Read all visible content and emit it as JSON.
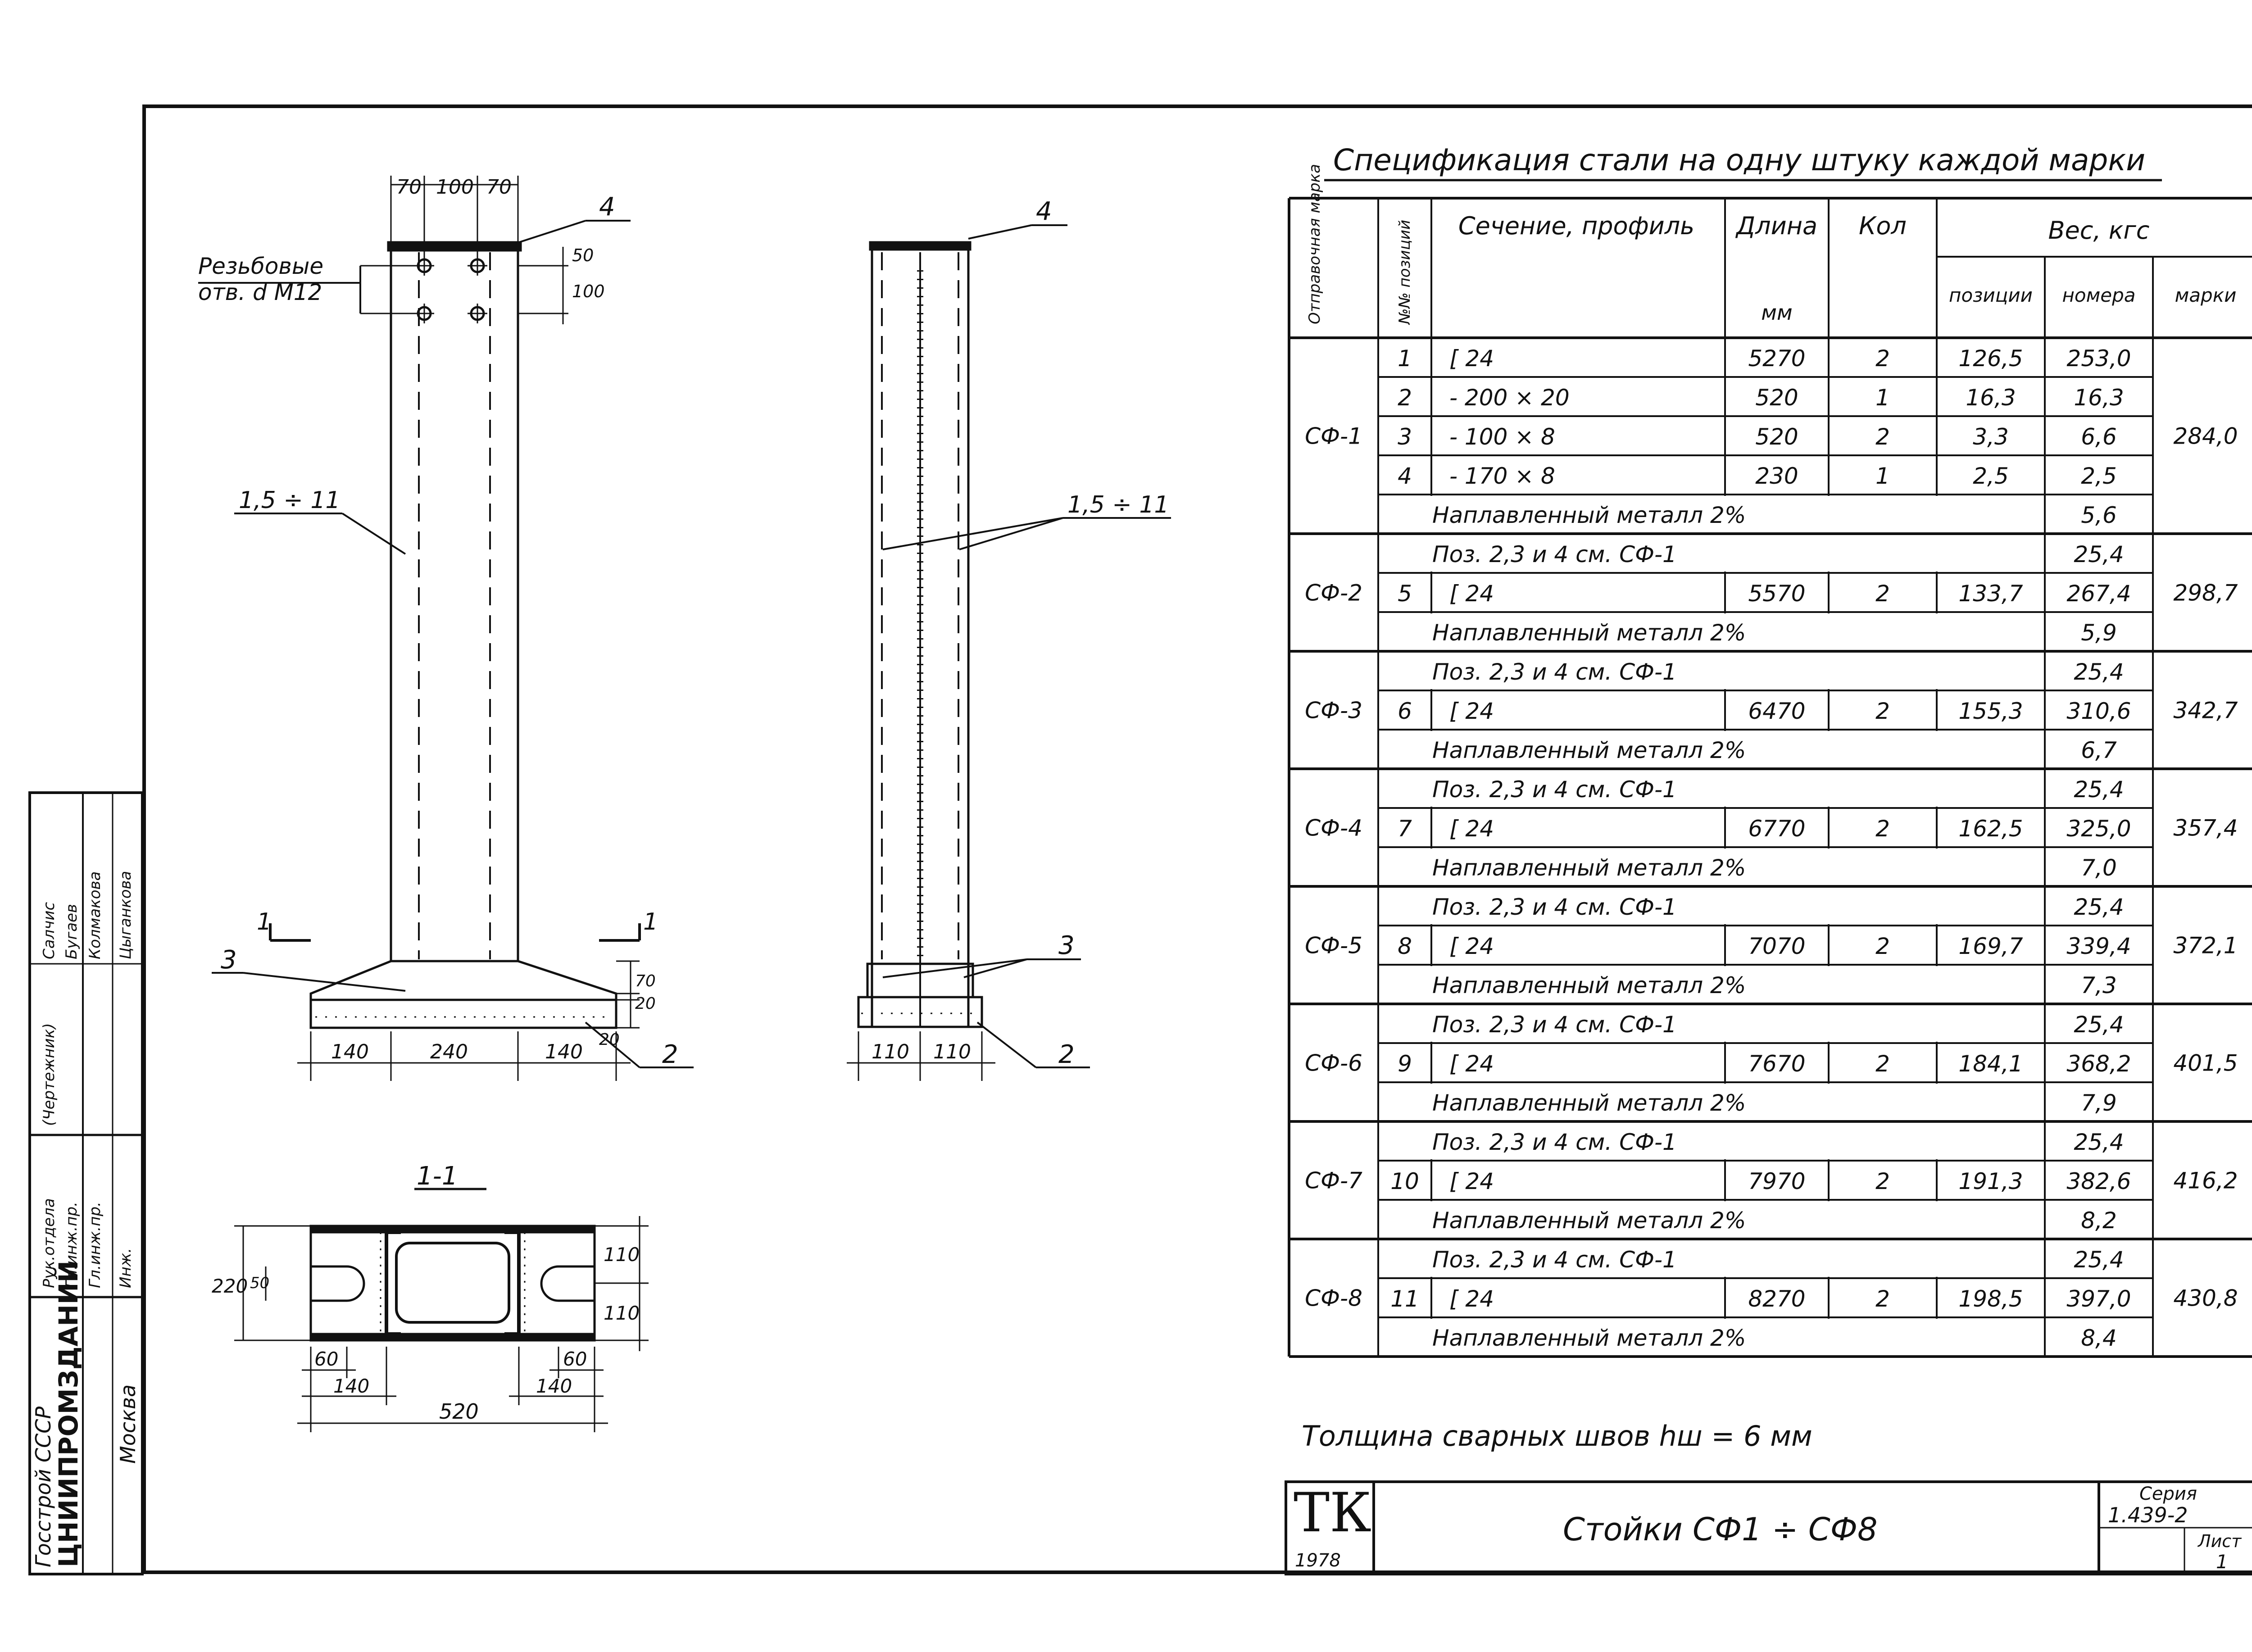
{
  "spec": {
    "title": "Спецификация стали на одну штуку каждой марки",
    "headers": {
      "mark": "Отправочная марка",
      "pos": "№№ позиций",
      "section": "Сечение, профиль",
      "length": "Длина",
      "length_unit": "мм",
      "qty": "Кол",
      "weight": "Вес, кгс",
      "w_pos": "позиции",
      "w_num": "номера",
      "w_mark": "марки"
    },
    "groups": [
      {
        "mark": "СФ-1",
        "mark_weight": "284,0",
        "rows": [
          {
            "type": "item",
            "pos": "1",
            "section": "[ 24",
            "length": "5270",
            "qty": "2",
            "w_pos": "126,5",
            "w_num": "253,0"
          },
          {
            "type": "item",
            "pos": "2",
            "section": "- 200 × 20",
            "length": "520",
            "qty": "1",
            "w_pos": "16,3",
            "w_num": "16,3"
          },
          {
            "type": "item",
            "pos": "3",
            "section": "- 100 × 8",
            "length": "520",
            "qty": "2",
            "w_pos": "3,3",
            "w_num": "6,6"
          },
          {
            "type": "item",
            "pos": "4",
            "section": "- 170 × 8",
            "length": "230",
            "qty": "1",
            "w_pos": "2,5",
            "w_num": "2,5"
          },
          {
            "type": "note",
            "text": "Наплавленный металл 2%",
            "w_num": "5,6"
          }
        ]
      },
      {
        "mark": "СФ-2",
        "mark_weight": "298,7",
        "rows": [
          {
            "type": "note",
            "text": "Поз. 2,3 и 4 см. СФ-1",
            "w_num": "25,4"
          },
          {
            "type": "item",
            "pos": "5",
            "section": "[ 24",
            "length": "5570",
            "qty": "2",
            "w_pos": "133,7",
            "w_num": "267,4"
          },
          {
            "type": "note",
            "text": "Наплавленный металл 2%",
            "w_num": "5,9"
          }
        ]
      },
      {
        "mark": "СФ-3",
        "mark_weight": "342,7",
        "rows": [
          {
            "type": "note",
            "text": "Поз. 2,3 и 4 см. СФ-1",
            "w_num": "25,4"
          },
          {
            "type": "item",
            "pos": "6",
            "section": "[ 24",
            "length": "6470",
            "qty": "2",
            "w_pos": "155,3",
            "w_num": "310,6"
          },
          {
            "type": "note",
            "text": "Наплавленный металл 2%",
            "w_num": "6,7"
          }
        ]
      },
      {
        "mark": "СФ-4",
        "mark_weight": "357,4",
        "rows": [
          {
            "type": "note",
            "text": "Поз. 2,3 и 4 см. СФ-1",
            "w_num": "25,4"
          },
          {
            "type": "item",
            "pos": "7",
            "section": "[ 24",
            "length": "6770",
            "qty": "2",
            "w_pos": "162,5",
            "w_num": "325,0"
          },
          {
            "type": "note",
            "text": "Наплавленный металл 2%",
            "w_num": "7,0"
          }
        ]
      },
      {
        "mark": "СФ-5",
        "mark_weight": "372,1",
        "rows": [
          {
            "type": "note",
            "text": "Поз. 2,3 и 4 см. СФ-1",
            "w_num": "25,4"
          },
          {
            "type": "item",
            "pos": "8",
            "section": "[ 24",
            "length": "7070",
            "qty": "2",
            "w_pos": "169,7",
            "w_num": "339,4"
          },
          {
            "type": "note",
            "text": "Наплавленный металл 2%",
            "w_num": "7,3"
          }
        ]
      },
      {
        "mark": "СФ-6",
        "mark_weight": "401,5",
        "rows": [
          {
            "type": "note",
            "text": "Поз. 2,3 и 4 см. СФ-1",
            "w_num": "25,4"
          },
          {
            "type": "item",
            "pos": "9",
            "section": "[ 24",
            "length": "7670",
            "qty": "2",
            "w_pos": "184,1",
            "w_num": "368,2"
          },
          {
            "type": "note",
            "text": "Наплавленный металл 2%",
            "w_num": "7,9"
          }
        ]
      },
      {
        "mark": "СФ-7",
        "mark_weight": "416,2",
        "rows": [
          {
            "type": "note",
            "text": "Поз. 2,3 и 4 см. СФ-1",
            "w_num": "25,4"
          },
          {
            "type": "item",
            "pos": "10",
            "section": "[ 24",
            "length": "7970",
            "qty": "2",
            "w_pos": "191,3",
            "w_num": "382,6"
          },
          {
            "type": "note",
            "text": "Наплавленный металл 2%",
            "w_num": "8,2"
          }
        ]
      },
      {
        "mark": "СФ-8",
        "mark_weight": "430,8",
        "rows": [
          {
            "type": "note",
            "text": "Поз. 2,3 и 4 см. СФ-1",
            "w_num": "25,4"
          },
          {
            "type": "item",
            "pos": "11",
            "section": "[ 24",
            "length": "8270",
            "qty": "2",
            "w_pos": "198,5",
            "w_num": "397,0"
          },
          {
            "type": "note",
            "text": "Наплавленный металл 2%",
            "w_num": "8,4"
          }
        ]
      }
    ]
  },
  "weld_note": "Толщина сварных швов hш = 6 мм",
  "title_block": {
    "logo": "ТК",
    "year": "1978",
    "title": "Стойки СФ1 ÷ СФ8",
    "series_label": "Серия",
    "series": "1.439-2",
    "sheet_label": "Лист",
    "sheet": "1"
  },
  "side_stamp": {
    "org1": "Госстрой СССР",
    "org2": "ЦНИИПРОМЗДАНИЙ",
    "city": "Москва",
    "rows": [
      {
        "role": "Рук.отдела",
        "name": "Салчис"
      },
      {
        "role": "Гл.инж.пр.",
        "name": "Бугаев"
      },
      {
        "role": "Гл.инж.пр.",
        "name": "Колмакова"
      },
      {
        "role": "Инж.",
        "name": "Цыганкова"
      }
    ],
    "col_head": "(Чертежник)"
  },
  "drawing": {
    "front": {
      "dims_top": [
        "70",
        "100",
        "70"
      ],
      "dims_side": [
        "50",
        "100"
      ],
      "holes_label_1": "Резьбовые",
      "holes_label_2": "отв. d М12",
      "weld_label": "1,5 ÷ 11",
      "callout_4": "4",
      "callout_3": "3",
      "callout_2": "2",
      "cut_1": "1",
      "base_dims_v": [
        "70",
        "20",
        "20"
      ],
      "dims_bottom": [
        "140",
        "240",
        "140"
      ]
    },
    "side": {
      "callout_4": "4",
      "callout_3": "3",
      "callout_2": "2",
      "weld_label": "1,5 ÷ 11",
      "dims_bottom": [
        "110",
        "110"
      ]
    },
    "section": {
      "label": "1-1",
      "dims_left": [
        "220",
        "50"
      ],
      "dims_right": [
        "110",
        "110"
      ],
      "dims_bottom_l": [
        "60",
        "140"
      ],
      "dims_bottom_r": [
        "60",
        "140"
      ],
      "dim_total": "520"
    }
  }
}
